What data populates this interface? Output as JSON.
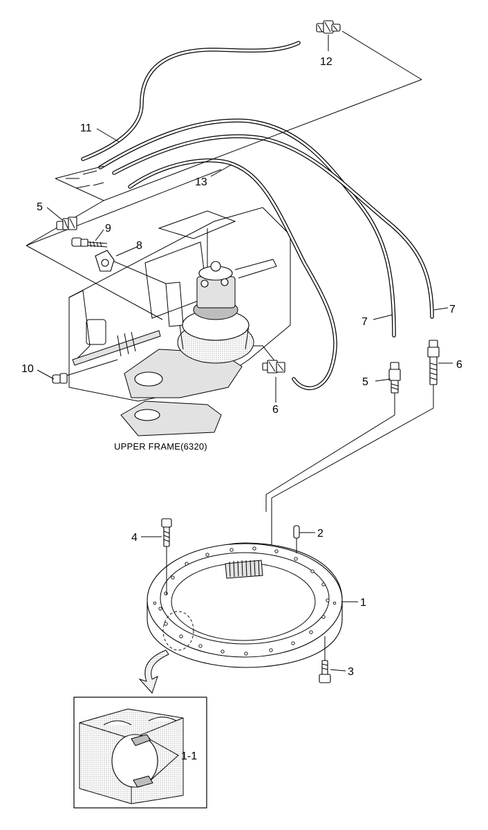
{
  "diagram": {
    "caption": "UPPER FRAME(6320)",
    "callouts": {
      "c1": "1",
      "c1_1": "1-1",
      "c2": "2",
      "c3": "3",
      "c4": "4",
      "c5a": "5",
      "c5b": "5",
      "c6a": "6",
      "c6b": "6",
      "c7a": "7",
      "c7b": "7",
      "c8": "8",
      "c9": "9",
      "c10": "10",
      "c11": "11",
      "c12": "12",
      "c13": "13"
    }
  }
}
